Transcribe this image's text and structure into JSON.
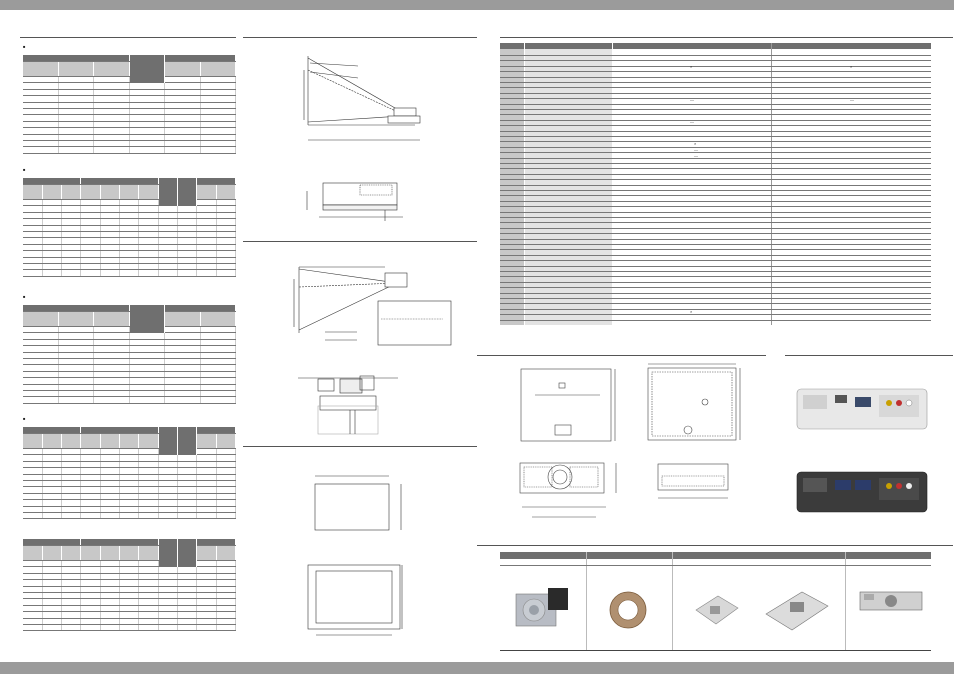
{
  "page": {
    "bars": {
      "color": "#9b9b9b"
    },
    "accent_header_color": "#6f6f6f",
    "sub_header_color": "#c8c8c8"
  },
  "left_tables": [
    {
      "id": "table-1",
      "marker": "■"
    },
    {
      "id": "table-2",
      "marker": "■"
    },
    {
      "id": "table-3",
      "marker": "■"
    },
    {
      "id": "table-4",
      "marker": "■"
    },
    {
      "id": "table-5",
      "marker": ""
    }
  ],
  "spec_table": {
    "marks": [
      "×",
      "×",
      "—",
      "—",
      "—",
      "×",
      "—",
      "—",
      "×"
    ]
  },
  "photos": [
    {
      "id": "rear-panel-white",
      "icon": "projector-rear-white-icon"
    },
    {
      "id": "rear-panel-black",
      "icon": "projector-rear-black-icon"
    }
  ],
  "accessories": [
    {
      "id": "lamp",
      "icon": "lamp-module-icon"
    },
    {
      "id": "ring",
      "icon": "lens-ring-icon"
    },
    {
      "id": "bracket-small",
      "icon": "mount-bracket-icon"
    },
    {
      "id": "bracket-large",
      "icon": "ceiling-mount-icon"
    },
    {
      "id": "mount-adapter",
      "icon": "mount-adapter-icon"
    }
  ]
}
